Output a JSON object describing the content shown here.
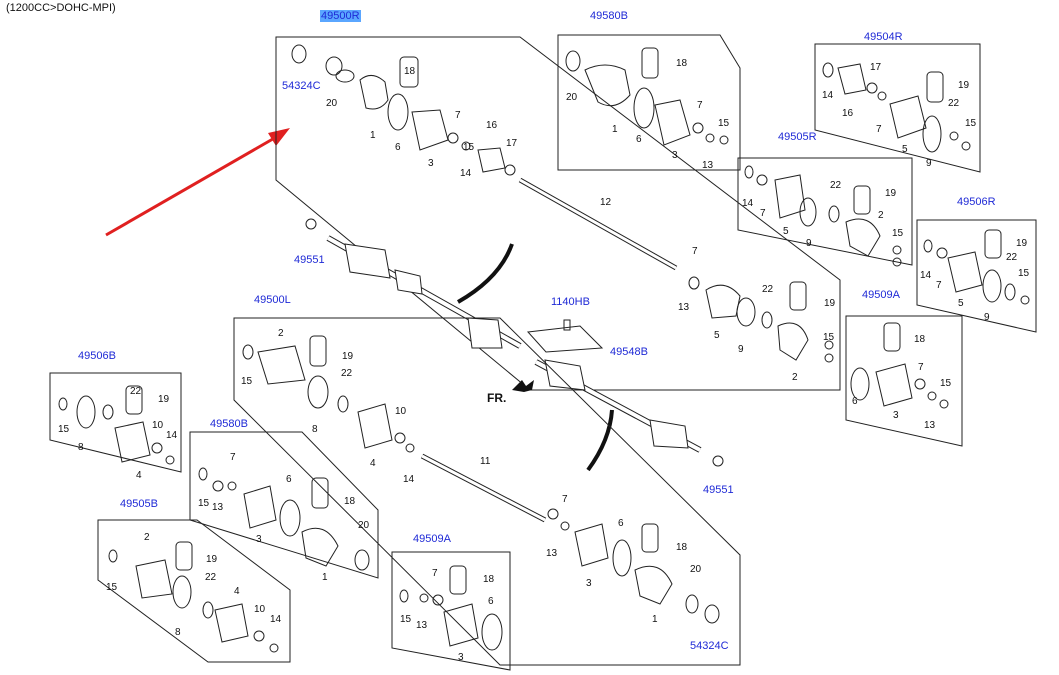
{
  "caption": "(1200CC>DOHC-MPI)",
  "fr_label": "FR.",
  "group_labels": {
    "g49500R": "49500R",
    "g49580B_top": "49580B",
    "g49504R": "49504R",
    "g49505R": "49505R",
    "g49506R": "49506R",
    "g49509A_right": "49509A",
    "g49500L": "49500L",
    "g49506B": "49506B",
    "g49580B_left": "49580B",
    "g49505B": "49505B",
    "g49509A_bottom": "49509A"
  },
  "part_labels": {
    "p54324C_top": "54324C",
    "p54324C_bottom": "54324C",
    "p49551_top": "49551",
    "p49551_bottom": "49551",
    "p1140HB": "1140HB",
    "p49548B": "49548B"
  },
  "colors": {
    "link_blue": "#1f2ad6",
    "highlight": "#5aa6ff",
    "arrow_red": "#e02020"
  },
  "icons": [
    "red-arrow-icon",
    "front-arrow-icon"
  ]
}
